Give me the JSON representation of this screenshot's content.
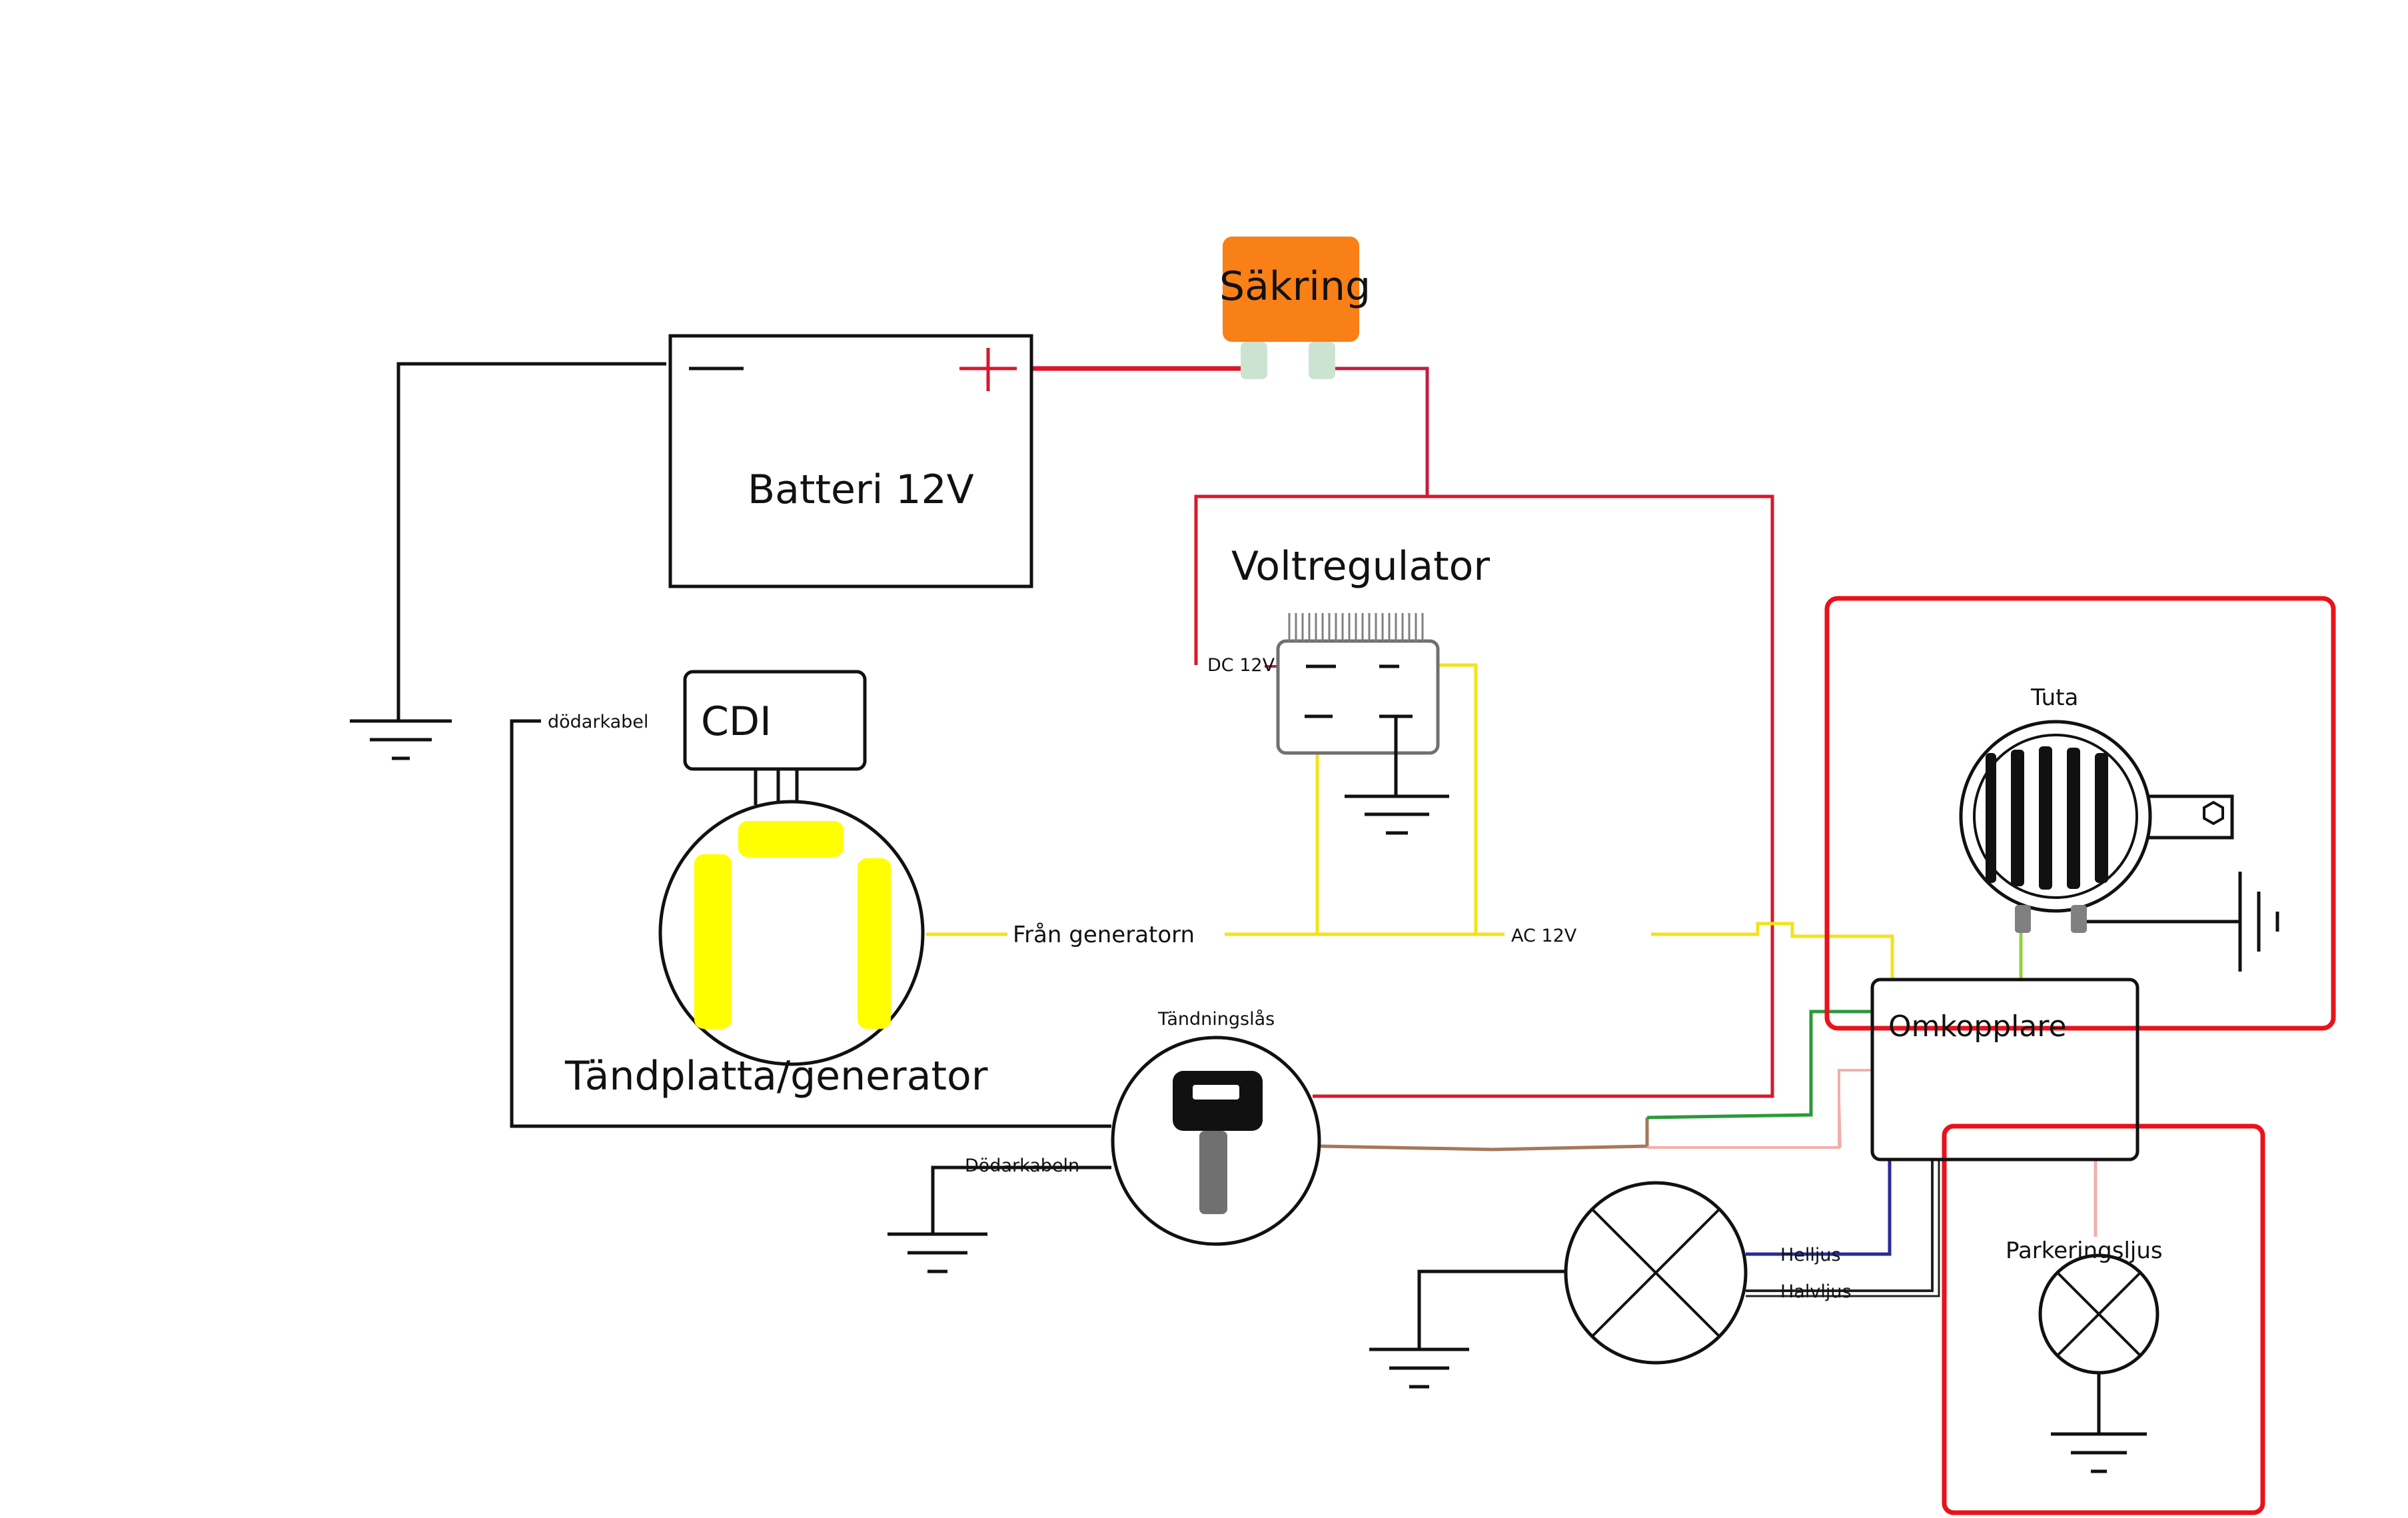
{
  "labels": {
    "fuse": "Säkring",
    "battery": "Batteri 12V",
    "minus": "—",
    "plus": "+",
    "regulator": "Voltregulator",
    "dc": "DC 12V",
    "cdi": "CDI",
    "kill_wire": "dödarkabel",
    "stator": "Tändplatta/generator",
    "from_generator": "Från generatorn",
    "ac": "AC 12V",
    "horn": "Tuta",
    "switch": "Omkopplare",
    "ignition": "Tändningslås",
    "kill_wire_2": "Dödarkabeln",
    "high_beam": "Helljus",
    "low_beam": "Halvljus",
    "parking": "Parkeringsljus"
  },
  "colors": {
    "battery_positive": "#d8182a",
    "regulator_feed": "#c02040",
    "ac_yellow": "#f2e21a",
    "fuse_body": "#f97f17",
    "fuse_pin": "#cce3d2",
    "highlight_box": "#e8121b",
    "switch_green": "#2a9a3a",
    "switch_pink": "#f0b0a8",
    "ignition_brown": "#a5785a",
    "high_beam_blue": "#2a2a9a",
    "horn_lime": "#90d040",
    "stator_coil": "#ffff00"
  },
  "icons": [
    "ground-icon",
    "lamp-icon",
    "horn-icon",
    "key-icon",
    "fuse-icon"
  ]
}
